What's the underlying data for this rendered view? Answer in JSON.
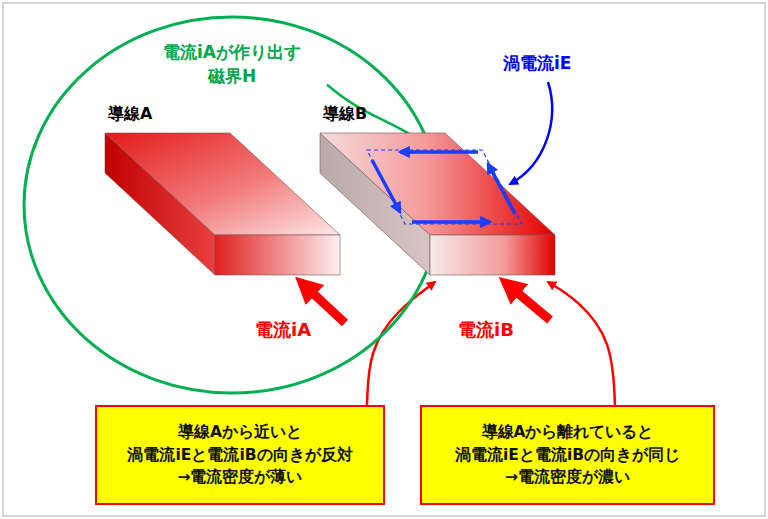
{
  "diagram": {
    "nodes": [
      {
        "text": [
          "電流iAが作り出す 磁界H"
        ]
      },
      {
        "text": [
          "導線A"
        ],
        "in": 0
      },
      {
        "text": [
          "導線B"
        ]
      },
      {
        "text": [
          "導線Aから近いと 渦電流iEと電流iBの向きが反対 →電流密度が薄い"
        ]
      },
      {
        "text": [
          "導線Aから離れていると 渦電流iEと電流iBの向きが同じ →電流密度が濃い"
        ]
      }
    ],
    "edges": [
      {
        "from": 0,
        "to": 2,
        "arrow": "to"
      },
      {
        "from": 3,
        "to": 2,
        "arrow": "to"
      },
      {
        "from": 4,
        "to": 2,
        "arrow": "to"
      }
    ],
    "labels": [
      "渦電流iE",
      "電流iA",
      "電流iB"
    ]
  }
}
